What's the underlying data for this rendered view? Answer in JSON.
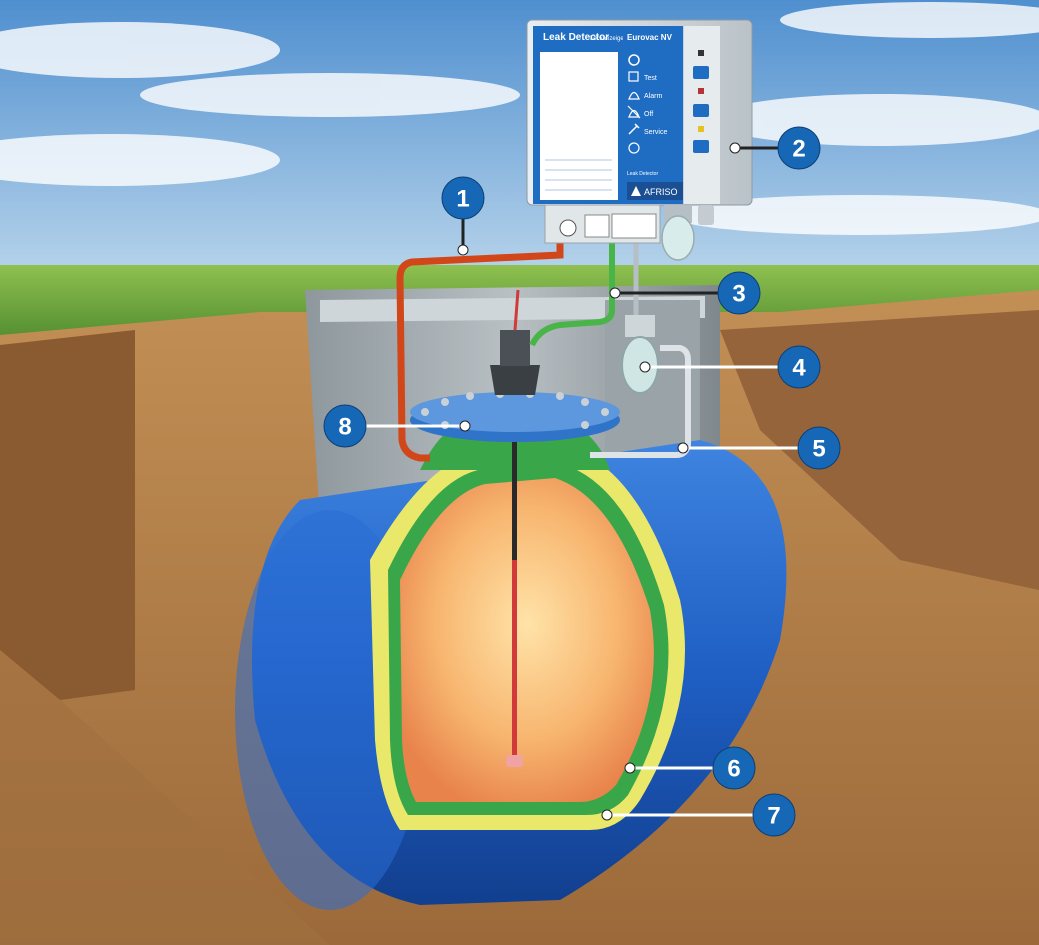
{
  "control_unit": {
    "panel_title": "Leak Detector",
    "panel_subtitle": "Leckanzeiger",
    "model": "Eurovac NV",
    "buttons": [
      "Test",
      "Alarm",
      "Off",
      "Service"
    ],
    "brand": "AFRISO",
    "footer_label": "Leak Detector"
  },
  "callouts": [
    "1",
    "2",
    "3",
    "4",
    "5",
    "6",
    "7",
    "8"
  ],
  "colors": {
    "callout_fill": "#1667b6",
    "tank_blue": "#1f5fc4",
    "lining_yellow": "#e9e86a",
    "lining_green": "#3aa64a",
    "pipe_orange": "#d2471a",
    "pipe_green": "#49b548",
    "soil": "#b27a45",
    "grass": "#5f9a3a"
  }
}
